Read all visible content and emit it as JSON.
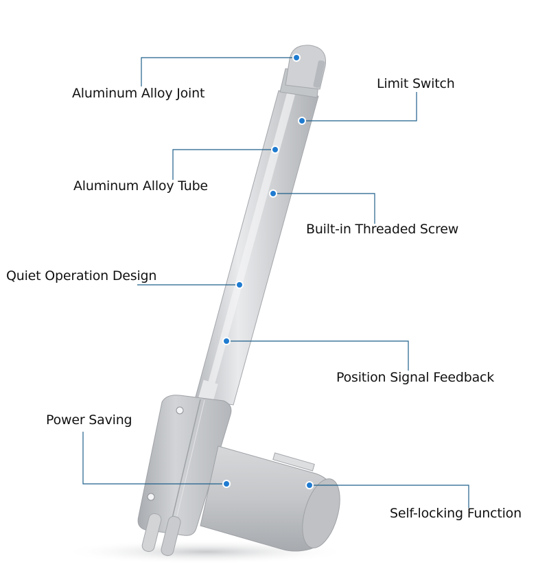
{
  "diagram": {
    "colors": {
      "leader_line": "#1f5f8a",
      "marker": "#1f7bd0",
      "body": "#c9cbce",
      "body_shadow": "#a9acb0",
      "background": "#ffffff"
    },
    "labels": [
      {
        "id": "aluminum-alloy-joint",
        "text": "Aluminum Alloy Joint"
      },
      {
        "id": "limit-switch",
        "text": "Limit Switch"
      },
      {
        "id": "aluminum-alloy-tube",
        "text": "Aluminum Alloy Tube"
      },
      {
        "id": "built-in-threaded-screw",
        "text": "Built-in Threaded Screw"
      },
      {
        "id": "quiet-operation-design",
        "text": "Quiet Operation Design"
      },
      {
        "id": "position-signal-feedback",
        "text": "Position Signal Feedback"
      },
      {
        "id": "power-saving",
        "text": "Power Saving"
      },
      {
        "id": "self-locking-function",
        "text": "Self-locking Function"
      }
    ]
  }
}
